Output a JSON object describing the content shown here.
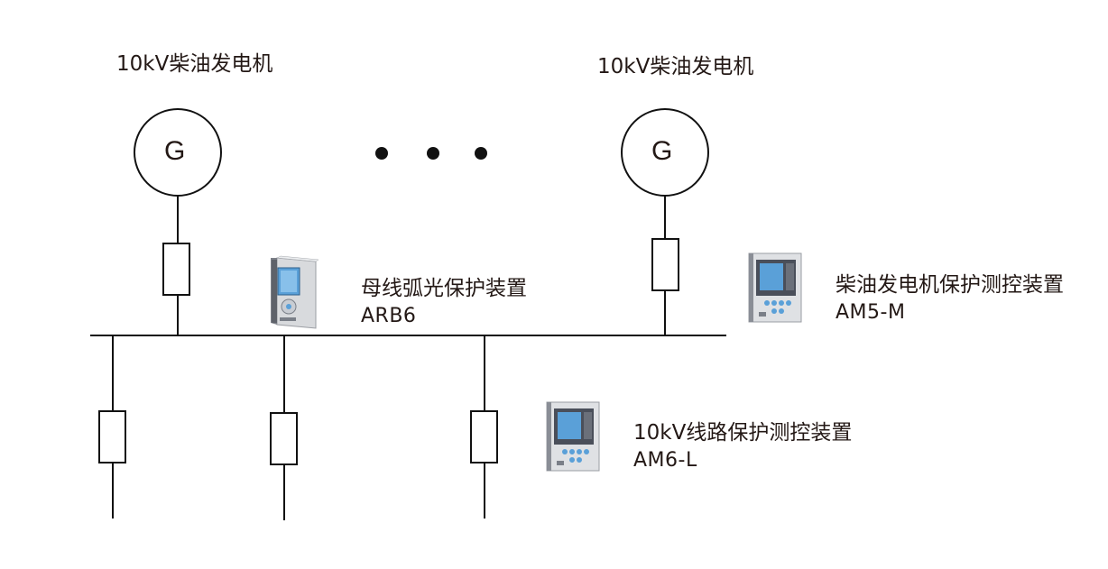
{
  "generators": [
    {
      "title": "10kV柴油发电机",
      "symbol": "G"
    },
    {
      "title": "10kV柴油发电机",
      "symbol": "G"
    }
  ],
  "devices": [
    {
      "name": "母线弧光保护装置",
      "model": "ARB6"
    },
    {
      "name": "柴油发电机保护测控装置",
      "model": "AM5-M"
    },
    {
      "name": "10kV线路保护测控装置",
      "model": "AM6-L"
    }
  ],
  "colors": {
    "line": "#111111",
    "text": "#231815",
    "panel_screen": "#5aa0d8",
    "panel_body": "#4a4f5a"
  }
}
